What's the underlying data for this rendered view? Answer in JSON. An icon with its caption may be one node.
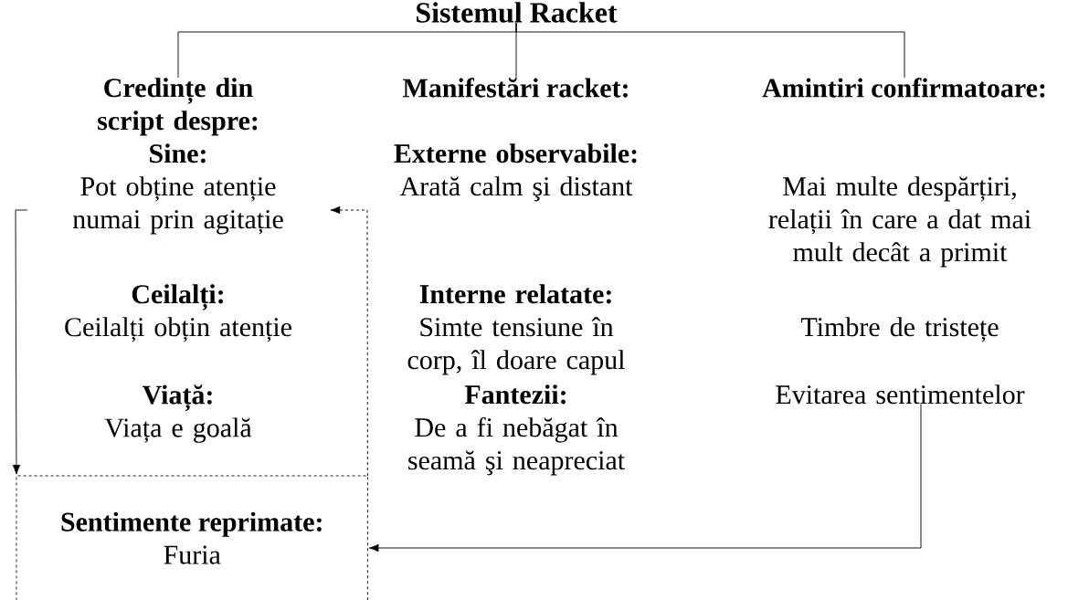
{
  "diagram": {
    "nodes": [
      {
        "text": [
          "Sistemul Racket"
        ]
      },
      {
        "text": [
          "Credințe din script despre:"
        ]
      },
      {
        "text": [
          "Manifestări racket:"
        ]
      },
      {
        "text": [
          "Amintiri confirmatoare:"
        ]
      },
      {
        "text": [
          "Sine:",
          "Pot obține atenție numai prin agitație"
        ]
      },
      {
        "text": [
          "Ceilalți:",
          "Ceilalți obțin atenție"
        ]
      },
      {
        "text": [
          "Viață:",
          "Viața e goală"
        ]
      },
      {
        "text": [
          "Externe observabile:",
          "Arată calm şi distant"
        ]
      },
      {
        "text": [
          "Interne relatate:",
          "Simte tensiune în corp, îl doare capul"
        ]
      },
      {
        "text": [
          "Fantezii:",
          "De a fi nebăgat în seamă şi neapreciat"
        ]
      },
      {
        "text": [
          "Mai multe despărțiri, relații în care a dat mai mult decât a primit"
        ]
      },
      {
        "text": [
          "Timbre de tristețe"
        ]
      },
      {
        "text": [
          "Evitarea sentimentelor"
        ]
      },
      {
        "text": [
          "Sentimente reprimate:",
          "Furia"
        ]
      }
    ],
    "edges": [
      {
        "from": 0,
        "to": 1,
        "arrow": "none"
      },
      {
        "from": 0,
        "to": 2,
        "arrow": "none"
      },
      {
        "from": 0,
        "to": 3,
        "arrow": "none"
      },
      {
        "from": 4,
        "to": 13,
        "arrow": "to"
      },
      {
        "from": 13,
        "to": 4,
        "arrow": "to",
        "style": "dashed"
      },
      {
        "from": 12,
        "to": 13,
        "arrow": "to"
      }
    ]
  }
}
